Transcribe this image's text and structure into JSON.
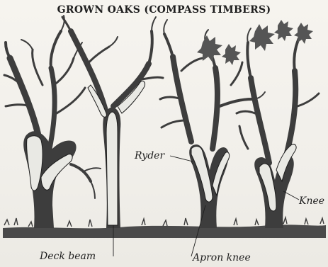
{
  "figure": {
    "title": "GROWN OAKS (COMPASS TIMBERS)",
    "labels": {
      "ryder": "Ryder",
      "knee": "Knee",
      "deck_beam": "Deck beam",
      "apron_knee": "Apron knee"
    },
    "colors": {
      "ink": "#1e1e1e",
      "bark": "#3d3d3d",
      "timber": "#e9e9e4"
    }
  }
}
